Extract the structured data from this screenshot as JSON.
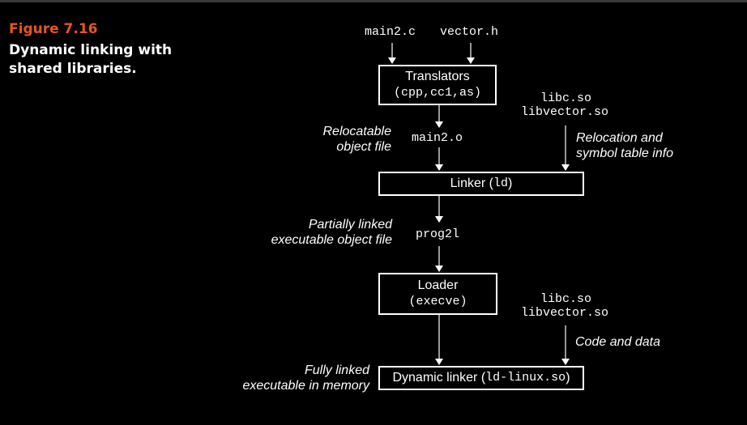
{
  "figure": {
    "number": "Figure 7.16",
    "caption": "Dynamic linking with shared libraries."
  },
  "inputs": {
    "source_file": "main2.c",
    "header_file": "vector.h"
  },
  "translators": {
    "label": "Translators",
    "tools": "(cpp,cc1,as)"
  },
  "libraries_top": {
    "libc": "libc.so",
    "libvector": "libvector.so"
  },
  "relocatable": {
    "label_line1": "Relocatable",
    "label_line2": "object file",
    "file": "main2.o"
  },
  "relocation_info": {
    "line1": "Relocation and",
    "line2": "symbol table info"
  },
  "linker": {
    "label": "Linker (",
    "cmd": "ld",
    "close": ")"
  },
  "partial": {
    "label_line1": "Partially linked",
    "label_line2": "executable object file",
    "file": "prog2l"
  },
  "loader": {
    "label": "Loader",
    "cmd": "(execve)"
  },
  "libraries_bottom": {
    "libc": "libc.so",
    "libvector": "libvector.so"
  },
  "code_data": {
    "label": "Code and data"
  },
  "fully": {
    "label_line1": "Fully linked",
    "label_line2": "executable in memory"
  },
  "dynamic_linker": {
    "label": "Dynamic linker (",
    "cmd": "ld-linux.so",
    "close": ")"
  },
  "colors": {
    "background": "#000000",
    "accent": "#e8551f",
    "foreground": "#ffffff"
  }
}
